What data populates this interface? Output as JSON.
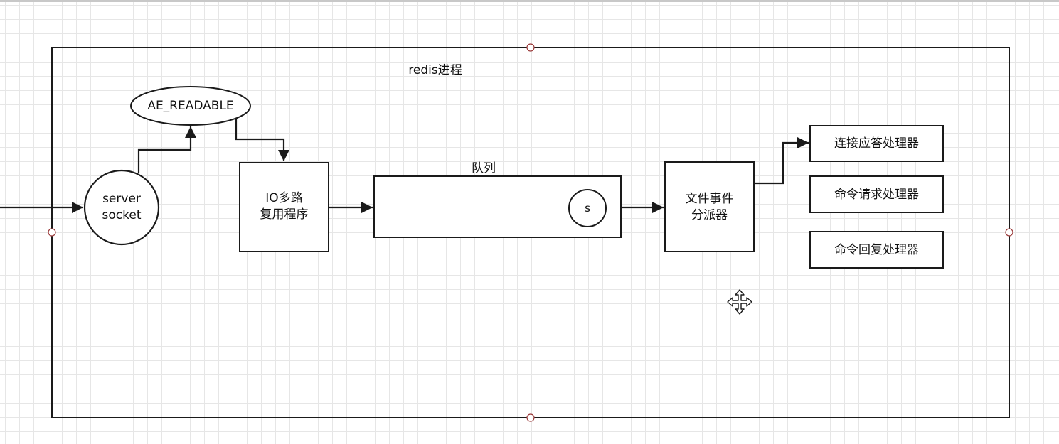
{
  "diagram": {
    "container_label": "redis进程",
    "ae_readable": "AE_READABLE",
    "server_socket": [
      "server",
      "socket"
    ],
    "io_multiplexer": [
      "IO多路",
      "复用程序"
    ],
    "queue_label": "队列",
    "queue_item": "s",
    "dispatcher": [
      "文件事件",
      "分派器"
    ],
    "handlers": {
      "connection": "连接应答处理器",
      "request": "命令请求处理器",
      "reply": "命令回复处理器"
    }
  },
  "colors": {
    "stroke": "#1a1a1a",
    "grid": "#e6e6e6",
    "handle_fill": "#ffffff",
    "handle_stroke": "#9b3a3a"
  },
  "icons": {
    "move_cursor": "move-cursor-icon"
  }
}
